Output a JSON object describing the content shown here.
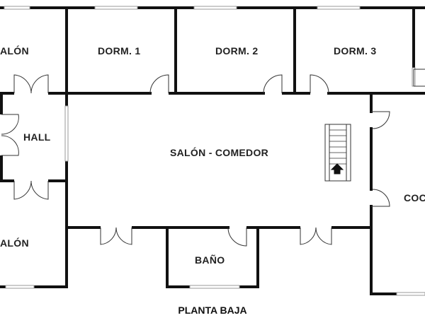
{
  "rooms": {
    "salon_top": "ALÓN",
    "dorm1": "DORM. 1",
    "dorm2": "DORM. 2",
    "dorm3": "DORM. 3",
    "hall": "HALL",
    "salon_comedor": "SALÓN - COMEDOR",
    "salon_bottom": "ALÓN",
    "bano": "BAÑO",
    "cocina": "COC"
  },
  "caption": "PLANTA BAJA",
  "colors": {
    "wall": "#111111",
    "line": "#333333",
    "window": "#999999",
    "background": "#ffffff"
  },
  "icons": [
    "stair-arrow-icon"
  ]
}
